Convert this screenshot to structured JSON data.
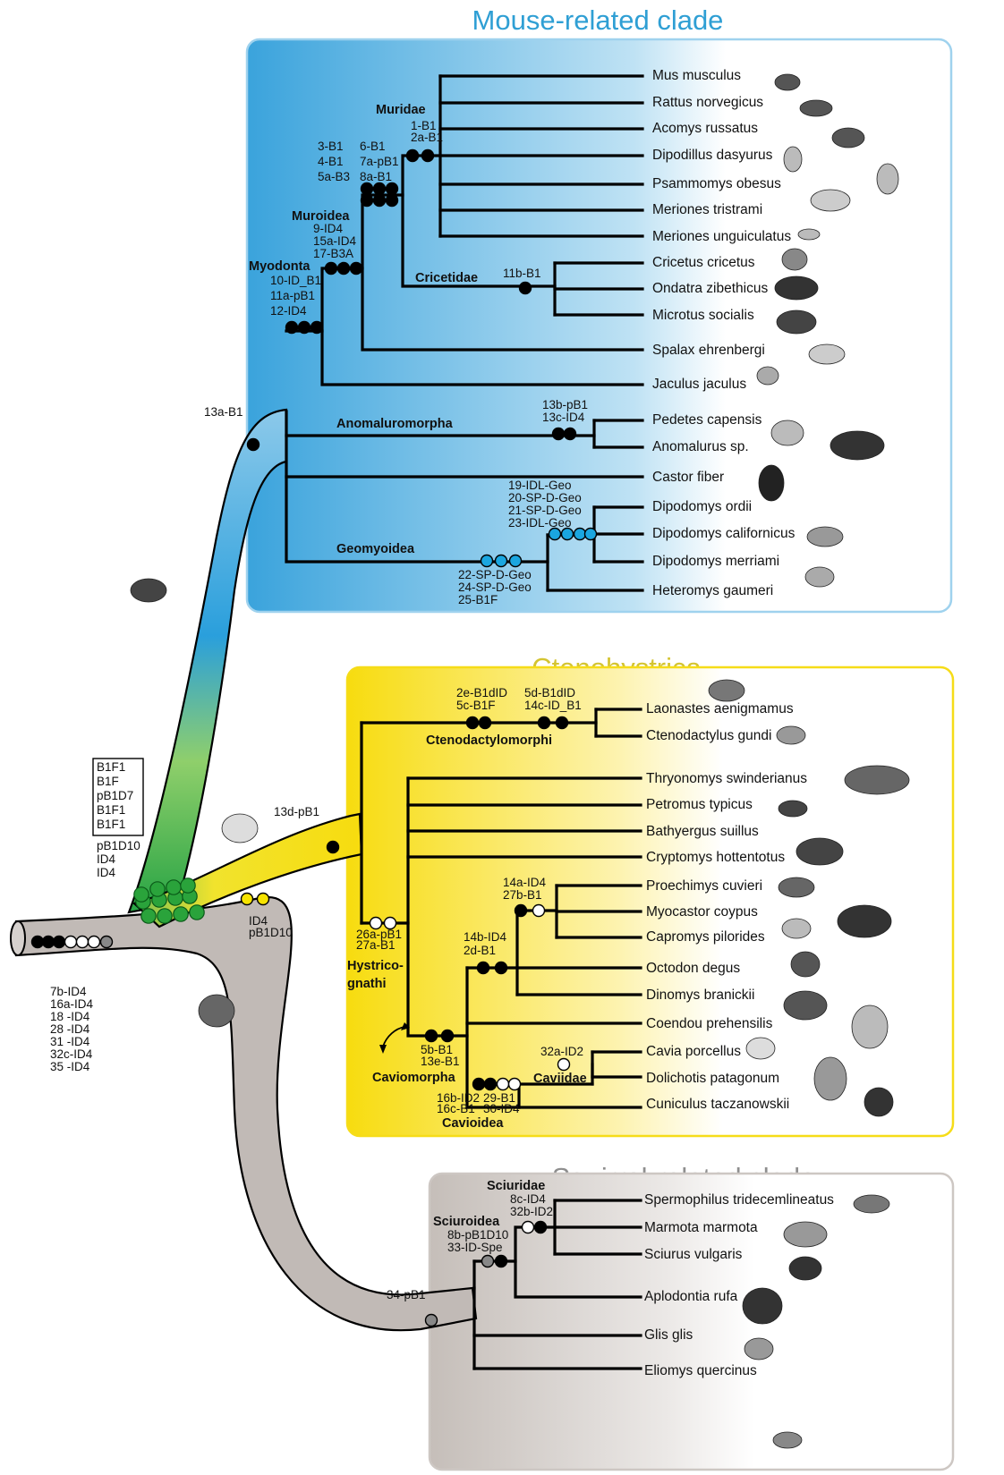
{
  "titles": {
    "mouse": "Mouse-related clade",
    "cteno": "Ctenohystrica",
    "squirrel": "Squirrel-related clade"
  },
  "colors": {
    "mouse": "#39a9db",
    "cteno": "#f7d900",
    "cteno_title": "#d4c431",
    "squirrel": "#b8b0ab",
    "squirrel_title": "#8e8e8e",
    "green_marker": "#2aa33b",
    "yellow_marker": "#f6e300",
    "blue_marker": "#1aa6e0",
    "grey_marker": "#888888"
  },
  "species": {
    "mouse": [
      "Mus musculus",
      "Rattus norvegicus",
      "Acomys russatus",
      "Dipodillus dasyurus",
      "Psammomys obesus",
      "Meriones tristrami",
      "Meriones unguiculatus",
      "Cricetus cricetus",
      "Ondatra zibethicus",
      "Microtus socialis",
      "Spalax ehrenbergi",
      "Jaculus jaculus",
      "Pedetes capensis",
      "Anomalurus sp.",
      "Castor fiber",
      "Dipodomys ordii",
      "Dipodomys californicus",
      "Dipodomys merriami",
      "Heteromys gaumeri"
    ],
    "cteno": [
      "Laonastes aenigmamus",
      "Ctenodactylus gundi",
      "Thryonomys swinderianus",
      "Petromus typicus",
      "Bathyergus suillus",
      "Cryptomys hottentotus",
      "Proechimys cuvieri",
      "Myocastor coypus",
      "Capromys pilorides",
      "Octodon degus",
      "Dinomys branickii",
      "Coendou prehensilis",
      "Cavia porcellus",
      "Dolichotis patagonum",
      "Cuniculus taczanowskii"
    ],
    "squirrel": [
      "Spermophilus tridecemlineatus",
      "Marmota marmota",
      "Sciurus vulgaris",
      "Aplodontia rufa",
      "Glis glis",
      "Eliomys quercinus"
    ]
  },
  "clades": {
    "muridae": "Muridae",
    "muroidea": "Muroidea",
    "myodonta": "Myodonta",
    "cricetidae": "Cricetidae",
    "anomaluromorpha": "Anomaluromorpha",
    "geomyoidea": "Geomyoidea",
    "ctenodactylomorphi": "Ctenodactylomorphi",
    "hystrico1": "Hystrico-",
    "hystrico2": "gnathi",
    "caviomorpha": "Caviomorpha",
    "caviidae": "Caviidae",
    "cavioidea": "Cavioidea",
    "sciuridae": "Sciuridae",
    "sciuroidea": "Sciuroidea"
  },
  "events": {
    "muridae": [
      "1-B1",
      "2a-B1"
    ],
    "mur_a": [
      "3-B1",
      "4-B1",
      "5a-B3"
    ],
    "mur_b": [
      "6-B1",
      "7a-pB1",
      "8a-B1"
    ],
    "muroidea": [
      "9-ID4",
      "15a-ID4",
      "17-B3A"
    ],
    "myodonta": [
      "10-ID_B1",
      "11a-pB1",
      "12-ID4"
    ],
    "cricetidae": [
      "11b-B1"
    ],
    "anomalur": [
      "13b-pB1",
      "13c-ID4"
    ],
    "root_mouse": [
      "13a-B1"
    ],
    "dipod": [
      "19-IDL-Geo",
      "20-SP-D-Geo",
      "21-SP-D-Geo",
      "23-IDL-Geo"
    ],
    "geomy": [
      "22-SP-D-Geo",
      "24-SP-D-Geo",
      "25-B1F"
    ],
    "cteno_a": [
      "2e-B1dID",
      "5c-B1F"
    ],
    "cteno_b": [
      "5d-B1dID",
      "14c-ID_B1"
    ],
    "hystrico": [
      "26a-pB1",
      "27a-B1"
    ],
    "proech": [
      "14a-ID4",
      "27b-B1"
    ],
    "octo": [
      "14b-ID4",
      "2d-B1"
    ],
    "cavio": [
      "5b-B1",
      "13e-B1"
    ],
    "cavia": [
      "32a-ID2"
    ],
    "cavioidea_a": [
      "16b-ID2",
      "16c-B1"
    ],
    "cavioidea_b": [
      "29-B1",
      "30-ID4"
    ],
    "sciuridae": [
      "8c-ID4",
      "32b-ID2"
    ],
    "sciuroidea": [
      "8b-pB1D10",
      "33-ID-Spe"
    ],
    "squirrel_root": [
      "34-pB1"
    ],
    "root_cteno": [
      "13d-pB1"
    ],
    "boxed": [
      "B1F1",
      "B1F",
      "pB1D7",
      "B1F1",
      "B1F1"
    ],
    "below_box": [
      "pB1D10",
      "ID4",
      "ID4"
    ],
    "yellow_base": [
      "ID4",
      "pB1D10"
    ],
    "root": [
      "7b-ID4",
      "16a-ID4",
      "18  -ID4",
      "28  -ID4",
      "31  -ID4",
      "32c-ID4",
      "35  -ID4"
    ]
  }
}
